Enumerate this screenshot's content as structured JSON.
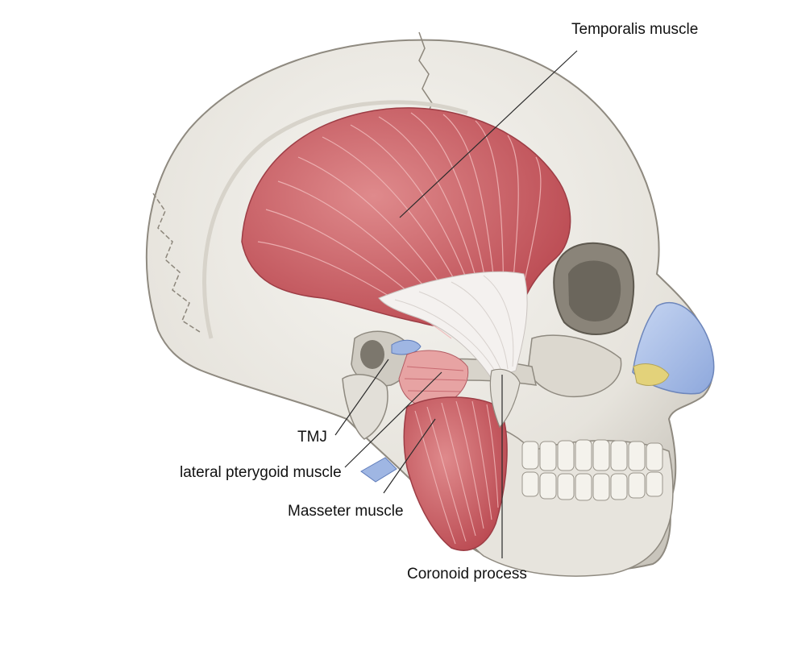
{
  "labels": {
    "temporalis": "Temporalis muscle",
    "tmj": "TMJ",
    "lateral_pterygoid": "lateral pterygoid muscle",
    "masseter": "Masseter muscle",
    "coronoid": "Coronoid process"
  },
  "colors": {
    "bone": "#e9e7e1",
    "bone_shadow": "#b9b5ad",
    "muscle": "#c8565c",
    "muscle_light": "#e7a3a3",
    "tendon": "#f2f0ee",
    "cartilage": "#9fb6e3",
    "fat": "#e3d27a",
    "leader_line": "#2a2a2a"
  }
}
